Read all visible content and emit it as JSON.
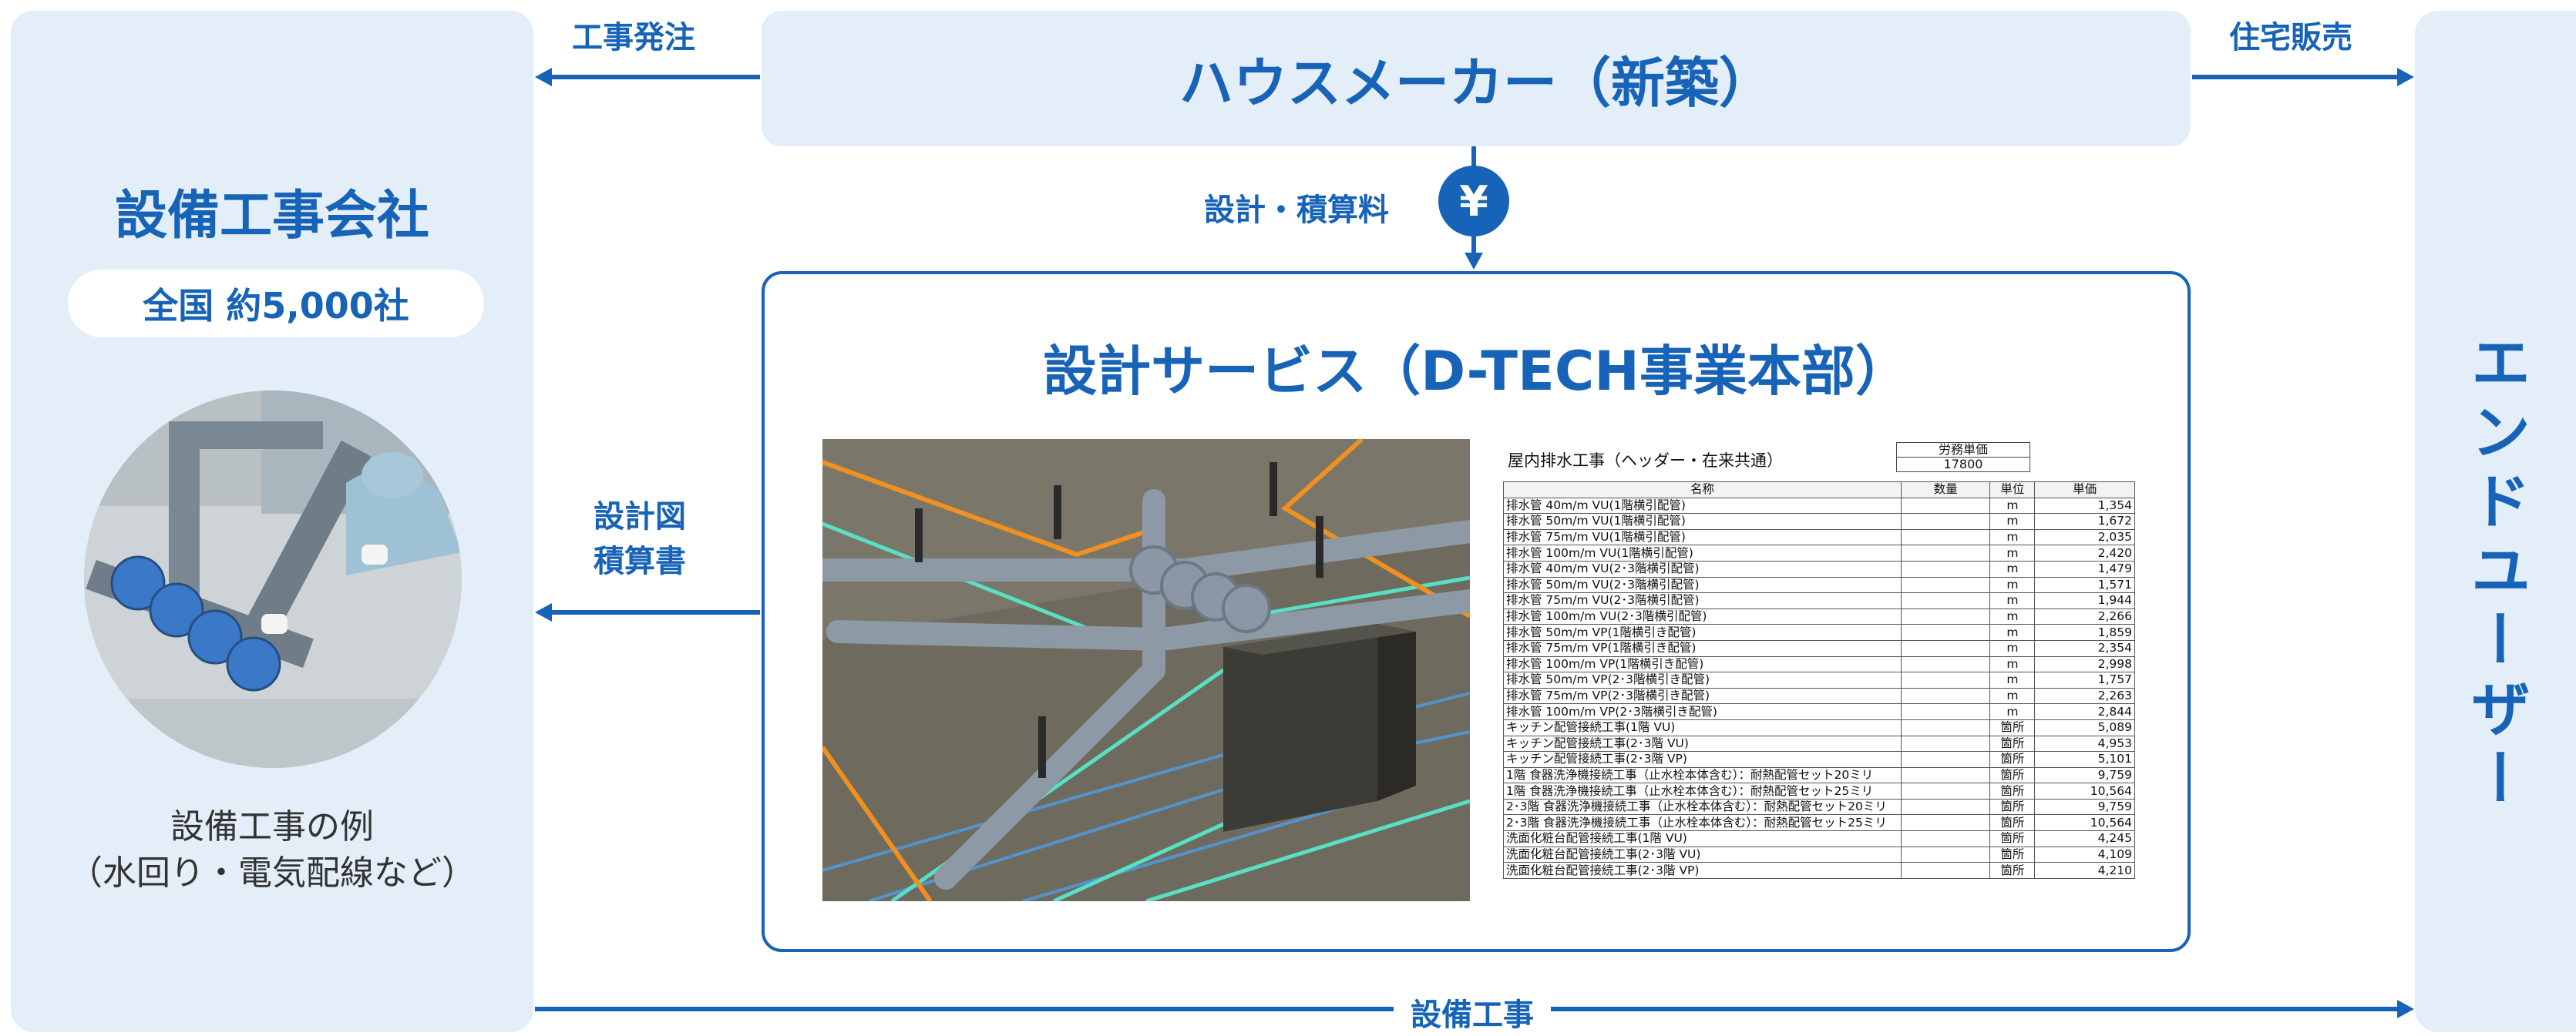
{
  "left_panel": {
    "title": "設備工事会社",
    "count": "全国 約5,000社",
    "caption": "設備工事の例\n（水回り・電気配線など）"
  },
  "maker": {
    "title": "ハウスメーカー（新築）"
  },
  "right_panel": {
    "title": "エンドユーザー"
  },
  "edges": {
    "order": "工事発注",
    "sales": "住宅販売",
    "fee": "設計・積算料",
    "yen": "¥",
    "drawing": "設計図\n積算書",
    "work": "設備工事"
  },
  "service": {
    "title": "設計サービス（D-TECH事業本部）",
    "estimate": {
      "title": "屋内排水工事（ヘッダー・在来共通）",
      "labor_label": "労務単価",
      "labor_value": "17800",
      "headers": [
        "名称",
        "数量",
        "単位",
        "単価"
      ],
      "rows": [
        [
          "排水管 40m/m VU(1階横引配管)",
          "",
          "m",
          "1,354"
        ],
        [
          "排水管 50m/m VU(1階横引配管)",
          "",
          "m",
          "1,672"
        ],
        [
          "排水管 75m/m VU(1階横引配管)",
          "",
          "m",
          "2,035"
        ],
        [
          "排水管 100m/m VU(1階横引配管)",
          "",
          "m",
          "2,420"
        ],
        [
          "排水管 40m/m VU(2･3階横引配管)",
          "",
          "m",
          "1,479"
        ],
        [
          "排水管 50m/m VU(2･3階横引配管)",
          "",
          "m",
          "1,571"
        ],
        [
          "排水管 75m/m VU(2･3階横引配管)",
          "",
          "m",
          "1,944"
        ],
        [
          "排水管 100m/m VU(2･3階横引配管)",
          "",
          "m",
          "2,266"
        ],
        [
          "排水管 50m/m VP(1階横引き配管)",
          "",
          "m",
          "1,859"
        ],
        [
          "排水管 75m/m VP(1階横引き配管)",
          "",
          "m",
          "2,354"
        ],
        [
          "排水管 100m/m VP(1階横引き配管)",
          "",
          "m",
          "2,998"
        ],
        [
          "排水管 50m/m VP(2･3階横引き配管)",
          "",
          "m",
          "1,757"
        ],
        [
          "排水管 75m/m VP(2･3階横引き配管)",
          "",
          "m",
          "2,263"
        ],
        [
          "排水管 100m/m VP(2･3階横引き配管)",
          "",
          "m",
          "2,844"
        ],
        [
          "キッチン配管接続工事(1階 VU)",
          "",
          "箇所",
          "5,089"
        ],
        [
          "キッチン配管接続工事(2･3階 VU)",
          "",
          "箇所",
          "4,953"
        ],
        [
          "キッチン配管接続工事(2･3階 VP)",
          "",
          "箇所",
          "5,101"
        ],
        [
          "1階 食器洗浄機接続工事（止水栓本体含む）：耐熱配管セット20ミリ",
          "",
          "箇所",
          "9,759"
        ],
        [
          "1階 食器洗浄機接続工事（止水栓本体含む）：耐熱配管セット25ミリ",
          "",
          "箇所",
          "10,564"
        ],
        [
          "2･3階 食器洗浄機接続工事（止水栓本体含む）：耐熱配管セット20ミリ",
          "",
          "箇所",
          "9,759"
        ],
        [
          "2･3階 食器洗浄機接続工事（止水栓本体含む）：耐熱配管セット25ミリ",
          "",
          "箇所",
          "10,564"
        ],
        [
          "洗面化粧台配管接続工事(1階 VU)",
          "",
          "箇所",
          "4,245"
        ],
        [
          "洗面化粧台配管接続工事(2･3階 VU)",
          "",
          "箇所",
          "4,109"
        ],
        [
          "洗面化粧台配管接続工事(2･3階 VP)",
          "",
          "箇所",
          "4,210"
        ]
      ]
    }
  },
  "colors": {
    "accent": "#1763b7",
    "panel": "#e3eef9"
  }
}
